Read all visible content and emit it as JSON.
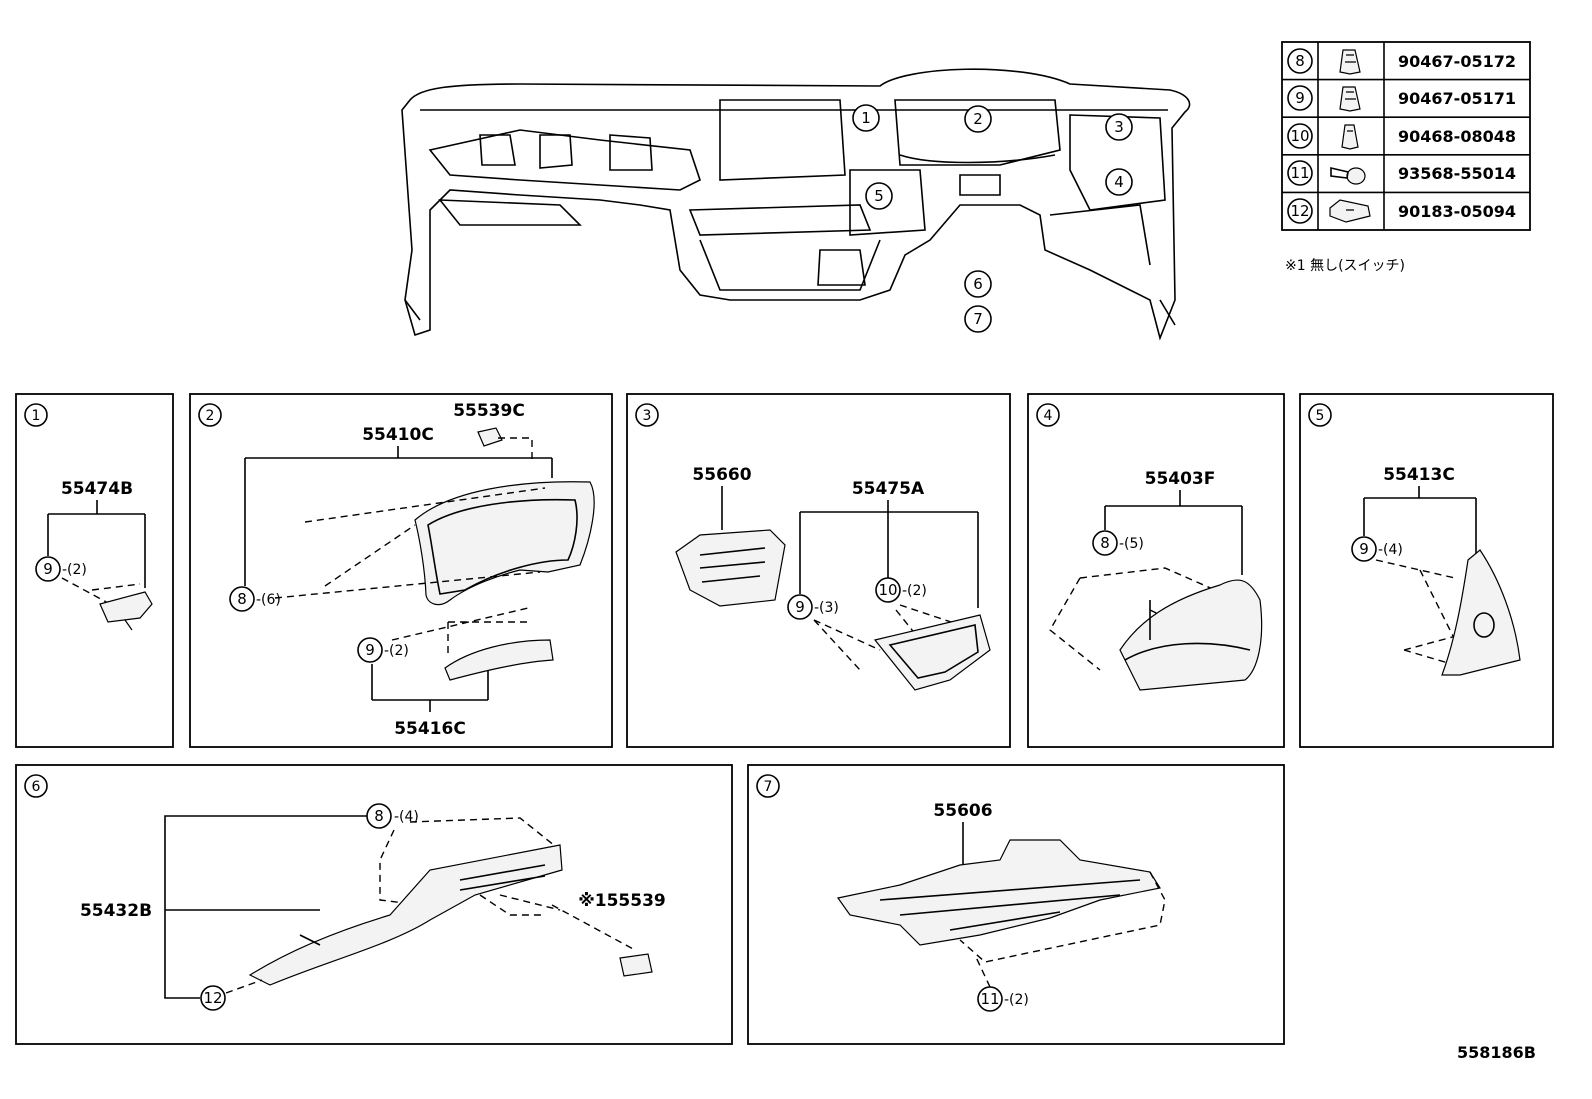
{
  "callouts": {
    "c1": "1",
    "c2": "2",
    "c3": "3",
    "c4": "4",
    "c5": "5",
    "c6": "6",
    "c7": "7",
    "c8": "8",
    "c9": "9",
    "c10": "10",
    "c11": "11",
    "c12": "12"
  },
  "fastener_table": [
    {
      "ref": "8",
      "part": "90467-05172"
    },
    {
      "ref": "9",
      "part": "90467-05171"
    },
    {
      "ref": "10",
      "part": "90468-08048"
    },
    {
      "ref": "11",
      "part": "93568-55014"
    },
    {
      "ref": "12",
      "part": "90183-05094"
    }
  ],
  "note": "※1 無し(スイッチ)",
  "panels": {
    "p1": {
      "part": "55474B",
      "qty9": "-(2)"
    },
    "p2": {
      "part_a": "55410C",
      "part_b": "55539C",
      "part_c": "55416C",
      "qty8": "-(6)",
      "qty9": "-(2)"
    },
    "p3": {
      "part_a": "55660",
      "part_b": "55475A",
      "qty9": "-(3)",
      "qty10": "-(2)"
    },
    "p4": {
      "part": "55403F",
      "qty8": "-(5)"
    },
    "p5": {
      "part": "55413C",
      "qty9": "-(4)"
    },
    "p6": {
      "part_a": "55432B",
      "part_b": "※155539",
      "qty8": "-(4)"
    },
    "p7": {
      "part": "55606",
      "qty11": "-(2)"
    }
  },
  "diagram_id": "558186B"
}
